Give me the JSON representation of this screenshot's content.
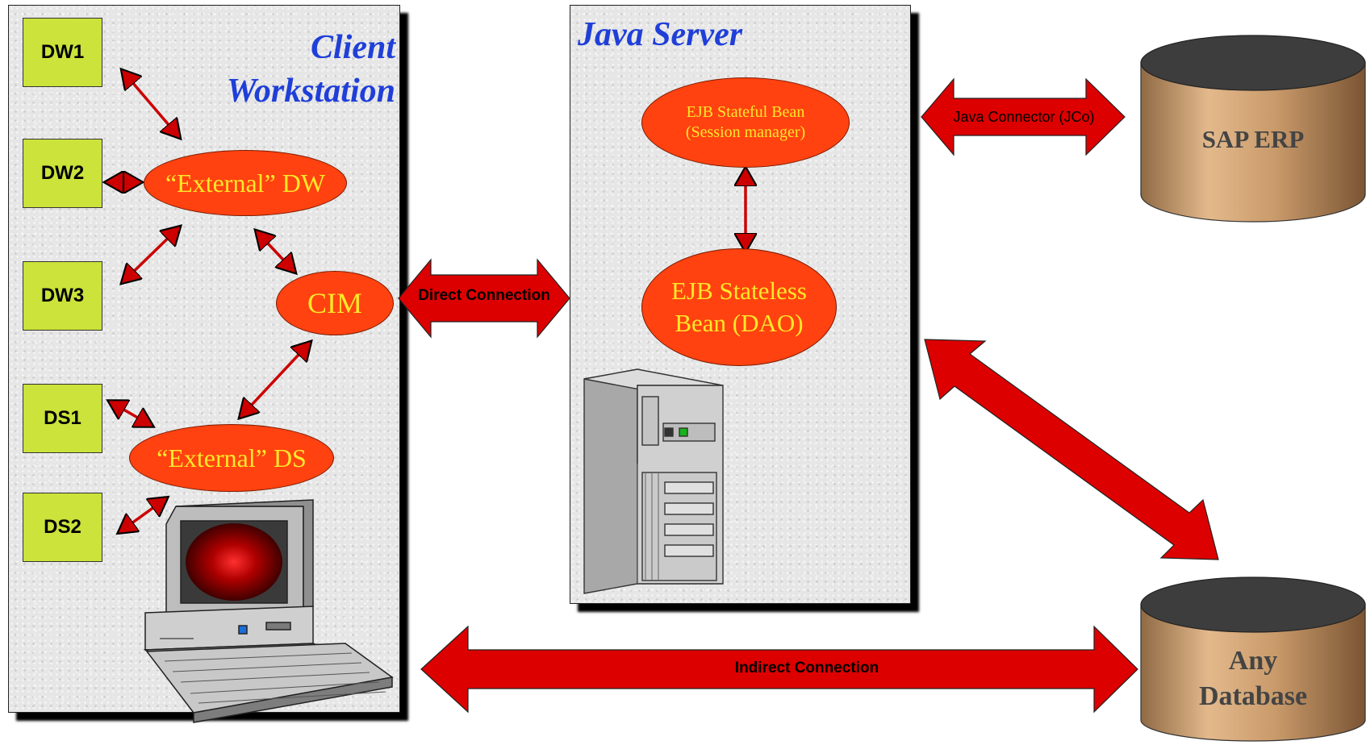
{
  "client": {
    "title": "Client Workstation",
    "title_lines": [
      "Client",
      "Workstation"
    ],
    "boxes": [
      "DW1",
      "DW2",
      "DW3",
      "DS1",
      "DS2"
    ],
    "external_dw": "“External” DW",
    "cim": "CIM",
    "external_ds": "“External” DS"
  },
  "server": {
    "title": "Java Server",
    "stateful_lines": [
      "EJB Stateful Bean",
      "(Session manager)"
    ],
    "stateless_lines": [
      "EJB Stateless",
      "Bean (DAO)"
    ]
  },
  "connections": {
    "direct": "Direct Connection",
    "indirect": "Indirect Connection",
    "jco": "Java Connector (JCo)"
  },
  "databases": {
    "sap": "SAP ERP",
    "any_lines": [
      "Any",
      "Database"
    ]
  },
  "colors": {
    "panel_title": "#1f3fd8",
    "box_fill": "#cbe33a",
    "ellipse_fill": "#ff4210",
    "ellipse_text": "#ffe82a",
    "arrow_fill": "#dd0000",
    "db_body": "#c99a6a",
    "db_top": "#3d3d3d"
  }
}
